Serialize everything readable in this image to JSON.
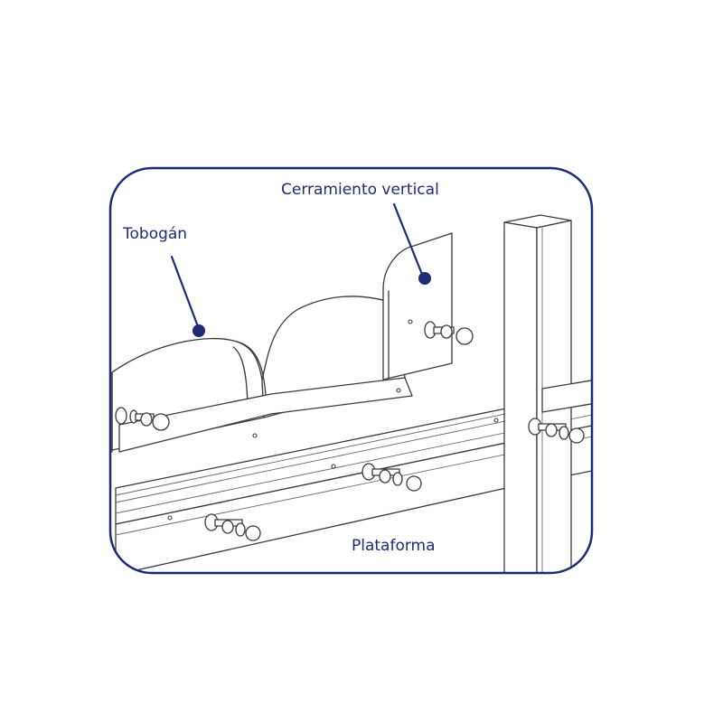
{
  "labels": {
    "slide": "Tobogán",
    "vertical_enclosure": "Cerramiento vertical",
    "platform": "Plataforma"
  },
  "colors": {
    "callout": "#1f2a78",
    "frame": "#1f2a78",
    "drawing": "#3a3a3a"
  }
}
